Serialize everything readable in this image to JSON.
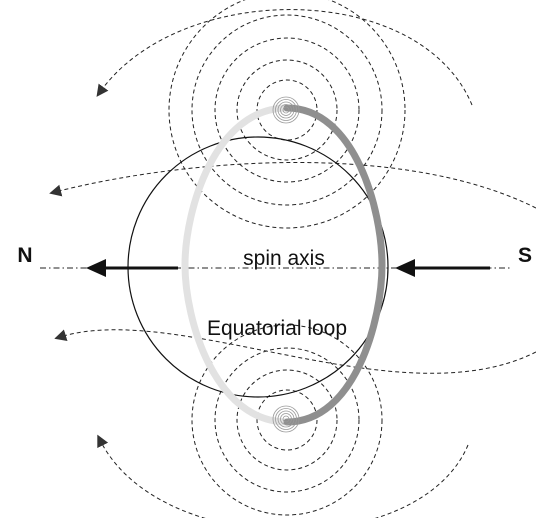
{
  "diagram": {
    "pole_left_label": "N",
    "pole_right_label": "S",
    "axis_label": "spin axis",
    "loop_label": "Equatorial loop",
    "colors": {
      "line": "#111111",
      "loop_front": "#8f8f8f",
      "loop_back": "#e2e2e2",
      "eddy_rings": "#9a9a9a"
    }
  }
}
